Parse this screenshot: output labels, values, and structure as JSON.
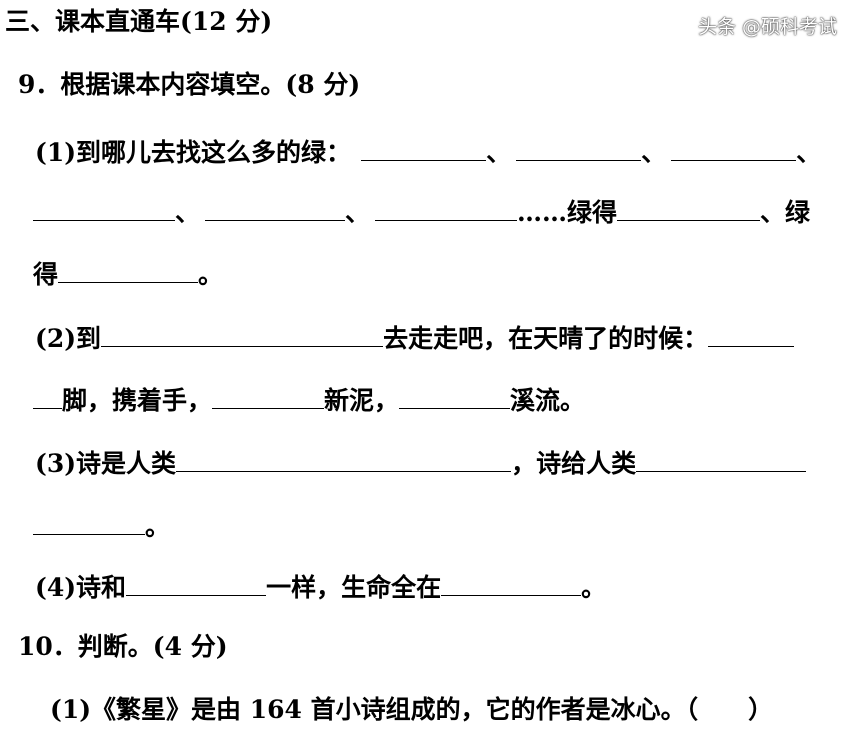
{
  "section": {
    "title": "三、课本直通车(12 分)"
  },
  "q9": {
    "title": "9．根据课本内容填空。(8 分)",
    "p1": {
      "a": "(1)到哪儿去找这么多的绿：",
      "sep": "、",
      "b": "……绿得",
      "c": "、绿",
      "d": "得",
      "end": "。"
    },
    "p2": {
      "a": "(2)到",
      "b": "去走走吧，在天晴了的时候：",
      "c": "脚，携着手，",
      "d": "新泥，",
      "e": "溪流。"
    },
    "p3": {
      "a": "(3)诗是人类",
      "b": "，诗给人类",
      "end": "。"
    },
    "p4": {
      "a": "(4)诗和",
      "b": "一样，生命全在",
      "end": "。"
    }
  },
  "q10": {
    "title": "10．判断。(4 分)",
    "p1": "(1)《繁星》是由 164 首小诗组成的，它的作者是冰心。（　　）"
  },
  "watermark": "头条 @硕科考试"
}
